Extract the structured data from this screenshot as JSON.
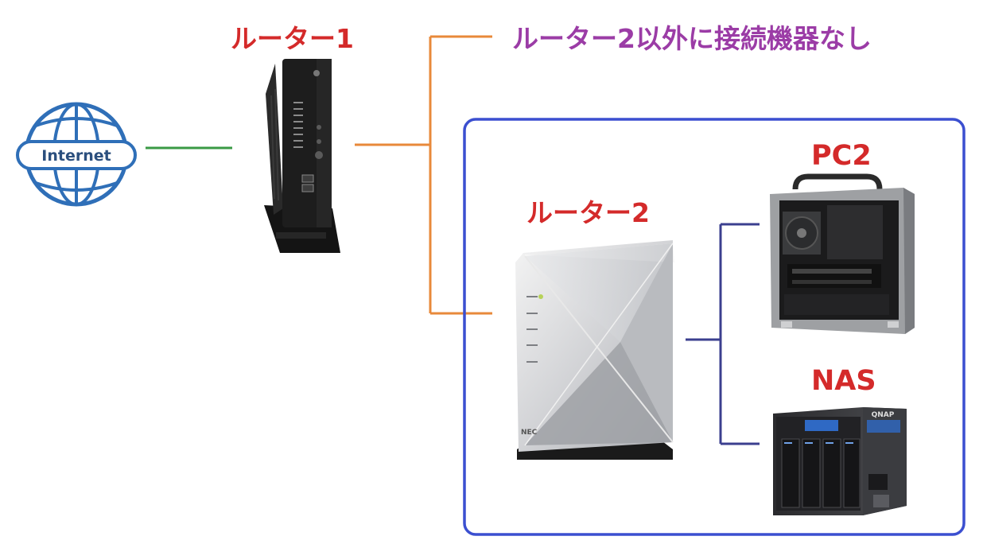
{
  "colors": {
    "red_label": "#d42a2a",
    "purple_label": "#9b3ca6",
    "green_line": "#3a9a45",
    "orange_line": "#e8893a",
    "navy_line": "#3b3f8f",
    "frame_blue": "#3b4fd0",
    "globe_blue": "#2f6fb8"
  },
  "nodes": {
    "internet": {
      "label": "Internet",
      "icon": "globe-icon"
    },
    "router1": {
      "label": "ルーター1",
      "icon": "router1-device"
    },
    "router2": {
      "label": "ルーター2",
      "icon": "router2-device",
      "brand": "NEC"
    },
    "pc2": {
      "label": "PC2",
      "icon": "pc-case"
    },
    "nas": {
      "label": "NAS",
      "icon": "nas-device",
      "brand": "QNAP"
    }
  },
  "annotation": {
    "text": "ルーター2以外に接続機器なし"
  }
}
